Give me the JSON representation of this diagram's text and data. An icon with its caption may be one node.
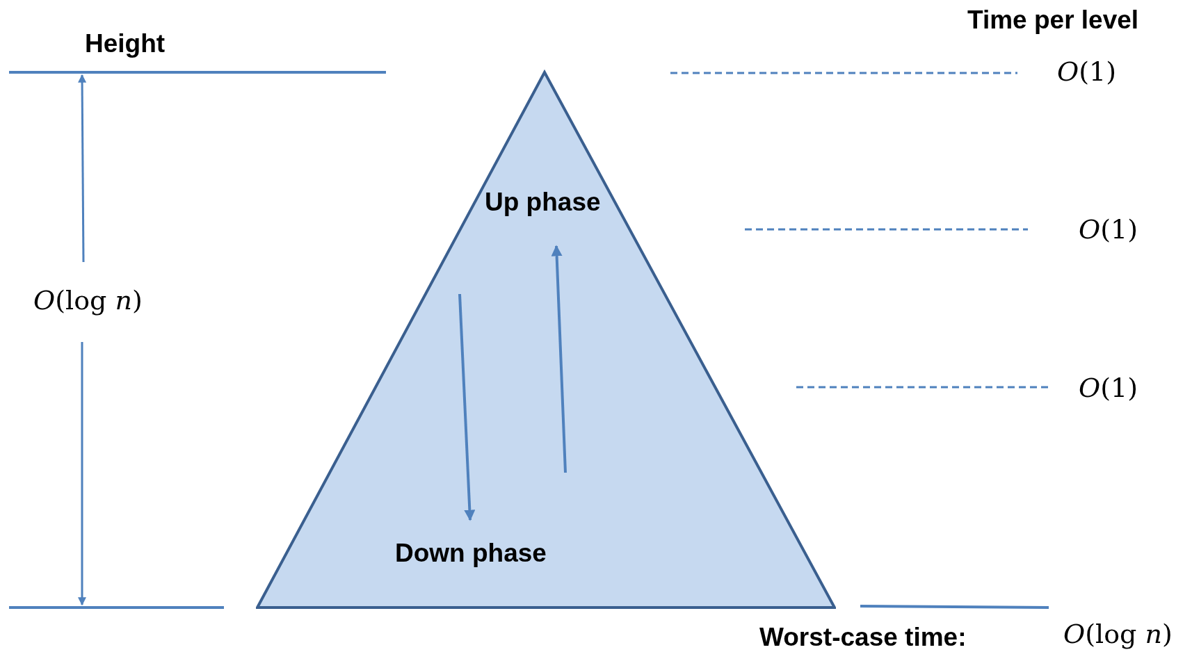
{
  "diagram": {
    "nodes": [
      {
        "text": [
          "Up phase",
          "Down phase"
        ]
      }
    ],
    "labels": [
      "Height",
      "*O*(log *n*)",
      "Time per level",
      "*O*(1)",
      "*O*(1)",
      "*O*(1)",
      "Worst-case time:",
      "*O*(log *n*)"
    ]
  }
}
